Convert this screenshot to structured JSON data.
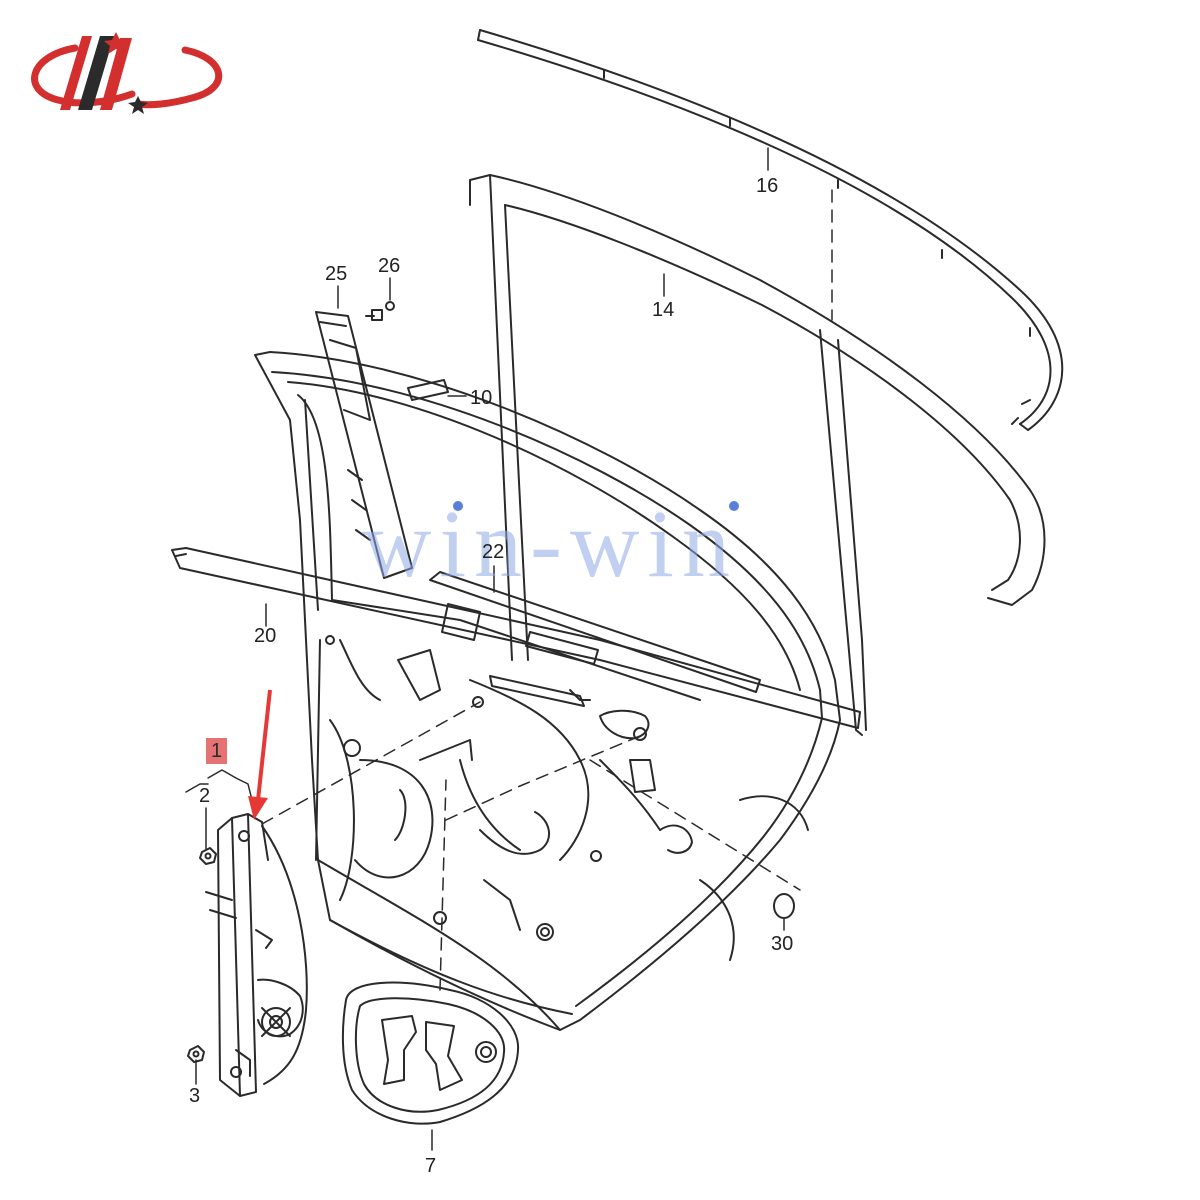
{
  "diagram": {
    "watermark": "win-win",
    "callouts": {
      "c1": "1",
      "c2": "2",
      "c3": "3",
      "c7": "7",
      "c10": "10",
      "c14": "14",
      "c16": "16",
      "c20": "20",
      "c22": "22",
      "c25": "25",
      "c26": "26",
      "c30": "30"
    },
    "highlighted_callout": "1"
  },
  "colors": {
    "line": "#2a2a2a",
    "highlight_fill": "#e57373",
    "arrow": "#e53935",
    "watermark": "#8fa8e6",
    "logo_red": "#d32f2f",
    "logo_dark": "#2b2b2b"
  },
  "icons": {
    "logo": "brand-logo-icon",
    "arrow": "red-pointer-arrow-icon"
  }
}
